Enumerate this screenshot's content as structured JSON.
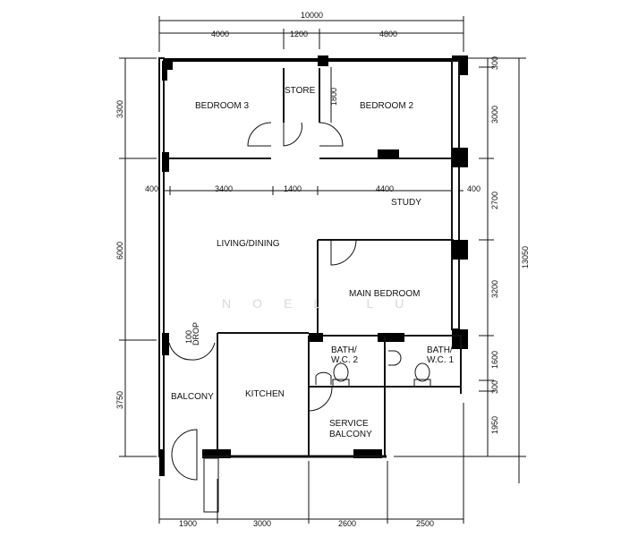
{
  "rooms": {
    "bedroom3": "BEDROOM 3",
    "store": "STORE",
    "bedroom2": "BEDROOM 2",
    "study": "STUDY",
    "living": "LIVING/DINING",
    "main_bedroom": "MAIN BEDROOM",
    "bath2_a": "BATH/",
    "bath2_b": "W.C. 2",
    "bath1_a": "BATH/",
    "bath1_b": "W.C. 1",
    "balcony": "BALCONY",
    "kitchen": "KITCHEN",
    "service_a": "SERVICE",
    "service_b": "BALCONY"
  },
  "annotations": {
    "drop_a": "100",
    "drop_b": "DROP"
  },
  "watermark": "NOEL LU",
  "dimensions": {
    "top_total": "10000",
    "top": [
      "4000",
      "1200",
      "4800"
    ],
    "store_depth": "1800",
    "mid": [
      "400",
      "3400",
      "1400",
      "4400",
      "400"
    ],
    "left": [
      "3300",
      "6000",
      "3750"
    ],
    "right": [
      "300",
      "3000",
      "2700",
      "3200",
      "1600",
      "300",
      "1950"
    ],
    "right_total": "13050",
    "bottom": [
      "1900",
      "3000",
      "2600",
      "2500"
    ]
  }
}
